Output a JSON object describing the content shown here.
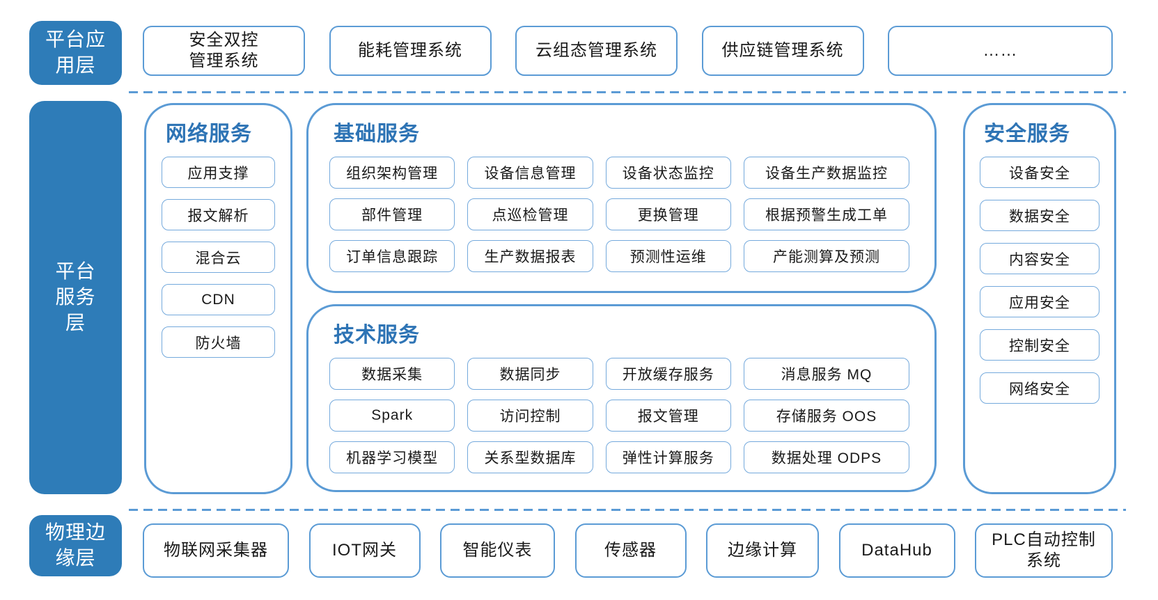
{
  "colors": {
    "layer_chip_fill": "#2E7CB8",
    "container_border": "#5B9BD5",
    "item_border": "#74A9DC",
    "section_title_text": "#2E74B5",
    "dashed_divider": "#5B9BD5",
    "body_text": "#1A1A1A"
  },
  "layers": {
    "application": {
      "label": "平台应用层",
      "items": [
        "安全双控管理系统",
        "能耗管理系统",
        "云组态管理系统",
        "供应链管理系统",
        "……"
      ]
    },
    "platform": {
      "label": "平台服务层",
      "network": {
        "title": "网络服务",
        "items": [
          "应用支撑",
          "报文解析",
          "混合云",
          "CDN",
          "防火墙"
        ]
      },
      "basic": {
        "title": "基础服务",
        "items": [
          [
            "组织架构管理",
            "设备信息管理",
            "设备状态监控",
            "设备生产数据监控"
          ],
          [
            "部件管理",
            "点巡检管理",
            "更换管理",
            "根据预警生成工单"
          ],
          [
            "订单信息跟踪",
            "生产数据报表",
            "预测性运维",
            "产能测算及预测"
          ]
        ]
      },
      "tech": {
        "title": "技术服务",
        "items": [
          [
            "数据采集",
            "数据同步",
            "开放缓存服务",
            "消息服务 MQ"
          ],
          [
            "Spark",
            "访问控制",
            "报文管理",
            "存储服务 OOS"
          ],
          [
            "机器学习模型",
            "关系型数据库",
            "弹性计算服务",
            "数据处理 ODPS"
          ]
        ]
      },
      "security": {
        "title": "安全服务",
        "items": [
          "设备安全",
          "数据安全",
          "内容安全",
          "应用安全",
          "控制安全",
          "网络安全"
        ]
      }
    },
    "edge": {
      "label": "物理边缘层",
      "items": [
        "物联网采集器",
        "IOT网关",
        "智能仪表",
        "传感器",
        "边缘计算",
        "DataHub",
        "PLC自动控制系统"
      ]
    }
  }
}
